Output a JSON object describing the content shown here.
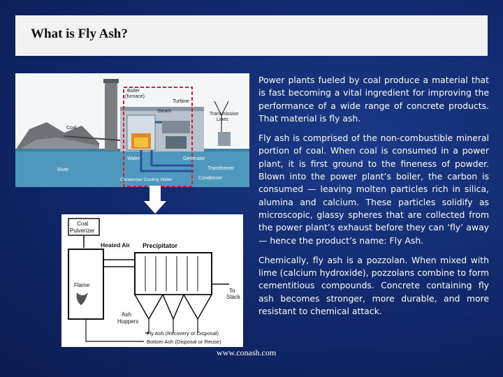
{
  "title": "What is Fly Ash?",
  "paragraphs": [
    "Power plants fueled by coal produce a material that is fast becoming a vital ingredient for improving the performance of a wide range of concrete products. That material is fly ash.",
    "Fly ash is comprised of the non-combustible mineral portion of coal. When coal is consumed in a power plant, it is first ground to the fineness of powder. Blown into the power plant’s boiler, the carbon is consumed — leaving molten particles rich in silica, alumina and calcium. These particles solidify as microscopic, glassy spheres that are collected from the power plant’s exhaust before they can ‘fly’ away — hence the product’s name: Fly Ash.",
    "Chemically, fly ash is a pozzolan. When mixed with lime (calcium hydroxide), pozzolans combine to form cementitious compounds. Concrete containing fly ash becomes stronger, more durable, and more resistant to chemical attack."
  ],
  "source": "www.conash.com",
  "power_plant_labels": {
    "boiler": "Boiler",
    "furnace": "(furnace)",
    "turbine": "Turbine",
    "steam": "Steam",
    "transmission": "Transmission",
    "lines": "Lines",
    "coal": "Coal",
    "water": "Water",
    "generator": "Generator",
    "transformer": "Transformer",
    "river": "River",
    "condenser_cooling_water": "Condenser Cooling Water",
    "condenser": "Condenser"
  },
  "precipitator_labels": {
    "coal": "Coal",
    "pulverizer": "Pulverizer",
    "heated_air": "Heated Air",
    "precipitator": "Precipitator",
    "flame": "Flame",
    "to": "To",
    "stack": "Stack",
    "ash": "Ash",
    "hoppers": "Hoppers",
    "fly_ash": "Fly Ash (Recovery or Disposal)",
    "bottom_ash": "Bottom Ash (Disposal or Reuse)"
  }
}
